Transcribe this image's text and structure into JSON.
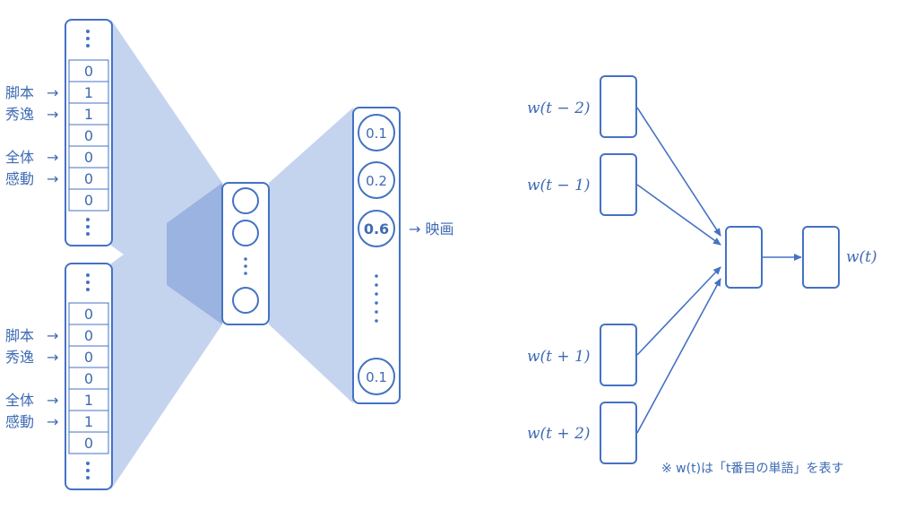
{
  "left": {
    "upper_vector": {
      "values": [
        "0",
        "1",
        "1",
        "0",
        "0",
        "0",
        "0"
      ],
      "labels": [
        {
          "text": "脚本",
          "row": 1
        },
        {
          "text": "秀逸",
          "row": 2
        },
        {
          "text": "全体",
          "row": 4
        },
        {
          "text": "感動",
          "row": 5
        }
      ]
    },
    "lower_vector": {
      "values": [
        "0",
        "0",
        "0",
        "0",
        "1",
        "1",
        "0"
      ],
      "labels": [
        {
          "text": "脚本",
          "row": 1
        },
        {
          "text": "秀逸",
          "row": 2
        },
        {
          "text": "全体",
          "row": 4
        },
        {
          "text": "感動",
          "row": 5
        }
      ]
    },
    "output": {
      "values": [
        "0.1",
        "0.2",
        "0.6",
        "0.1"
      ],
      "highlighted_index": 2,
      "annotation": "→ 映画"
    },
    "arrow_symbol": "→"
  },
  "right": {
    "inputs": [
      "w(t − 2)",
      "w(t − 1)",
      "w(t + 1)",
      "w(t + 2)"
    ],
    "output": "w(t)",
    "note": "※ w(t)は「t番目の単語」を表す"
  },
  "colors": {
    "primary": "#4472c4",
    "text": "#3e6ab3",
    "light_fill": "#c5d4ee",
    "dark_fill": "#9bb3e0"
  }
}
